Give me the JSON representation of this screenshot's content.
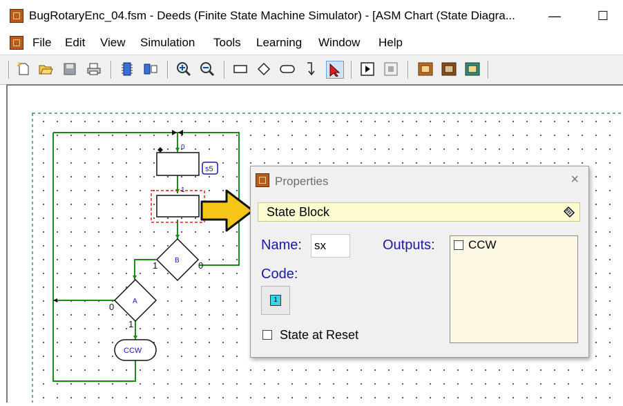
{
  "window": {
    "title": "BugRotaryEnc_04.fsm - Deeds (Finite State Machine Simulator) - [ASM Chart (State Diagra...",
    "minimize_glyph": "—",
    "maximize_glyph": "☐"
  },
  "menu": {
    "items": [
      {
        "label": "File"
      },
      {
        "label": "Edit"
      },
      {
        "label": "View"
      },
      {
        "label": "Simulation"
      },
      {
        "label": "Tools"
      },
      {
        "label": "Learning"
      },
      {
        "label": "Window"
      },
      {
        "label": "Help"
      }
    ]
  },
  "toolbar": {
    "buttons": [
      {
        "icon": "new-file-icon"
      },
      {
        "icon": "open-folder-icon"
      },
      {
        "icon": "save-icon"
      },
      {
        "icon": "print-icon"
      },
      {
        "icon": "chip-icon"
      },
      {
        "icon": "chip-sim-icon"
      },
      {
        "icon": "zoom-in-icon"
      },
      {
        "icon": "zoom-out-icon"
      },
      {
        "icon": "state-block-tool-icon"
      },
      {
        "icon": "decision-tool-icon"
      },
      {
        "icon": "conditional-output-tool-icon"
      },
      {
        "icon": "transition-tool-icon"
      },
      {
        "icon": "select-pointer-icon"
      },
      {
        "icon": "simulation-run-icon"
      },
      {
        "icon": "simulation-stop-icon"
      },
      {
        "icon": "deeds-tool-1-icon"
      },
      {
        "icon": "deeds-tool-2-icon"
      },
      {
        "icon": "deeds-tool-3-icon"
      }
    ]
  },
  "diagram": {
    "state_codes": {
      "top": "0",
      "second": "1"
    },
    "state_label": "s5",
    "decisions": [
      {
        "label": "B",
        "true_branch": "1",
        "false_branch": "0"
      },
      {
        "label": "A",
        "true_branch": "1",
        "false_branch": "0"
      }
    ],
    "conditional_output": "CCW"
  },
  "properties": {
    "title": "Properties",
    "close_glyph": "×",
    "block_type": "State Block",
    "name_label": "Name:",
    "name_value": "sx",
    "code_label": "Code:",
    "code_value": "1",
    "outputs_label": "Outputs:",
    "outputs": [
      {
        "label": "CCW",
        "checked": false
      }
    ],
    "reset_label": "State at Reset",
    "reset_checked": false
  },
  "colors": {
    "wire": "#1a8a1a",
    "highlight_dash": "#e02020",
    "label_blue": "#1919a8",
    "arrow_fill": "#f5c518",
    "banner_bg": "#fdfbd0"
  }
}
